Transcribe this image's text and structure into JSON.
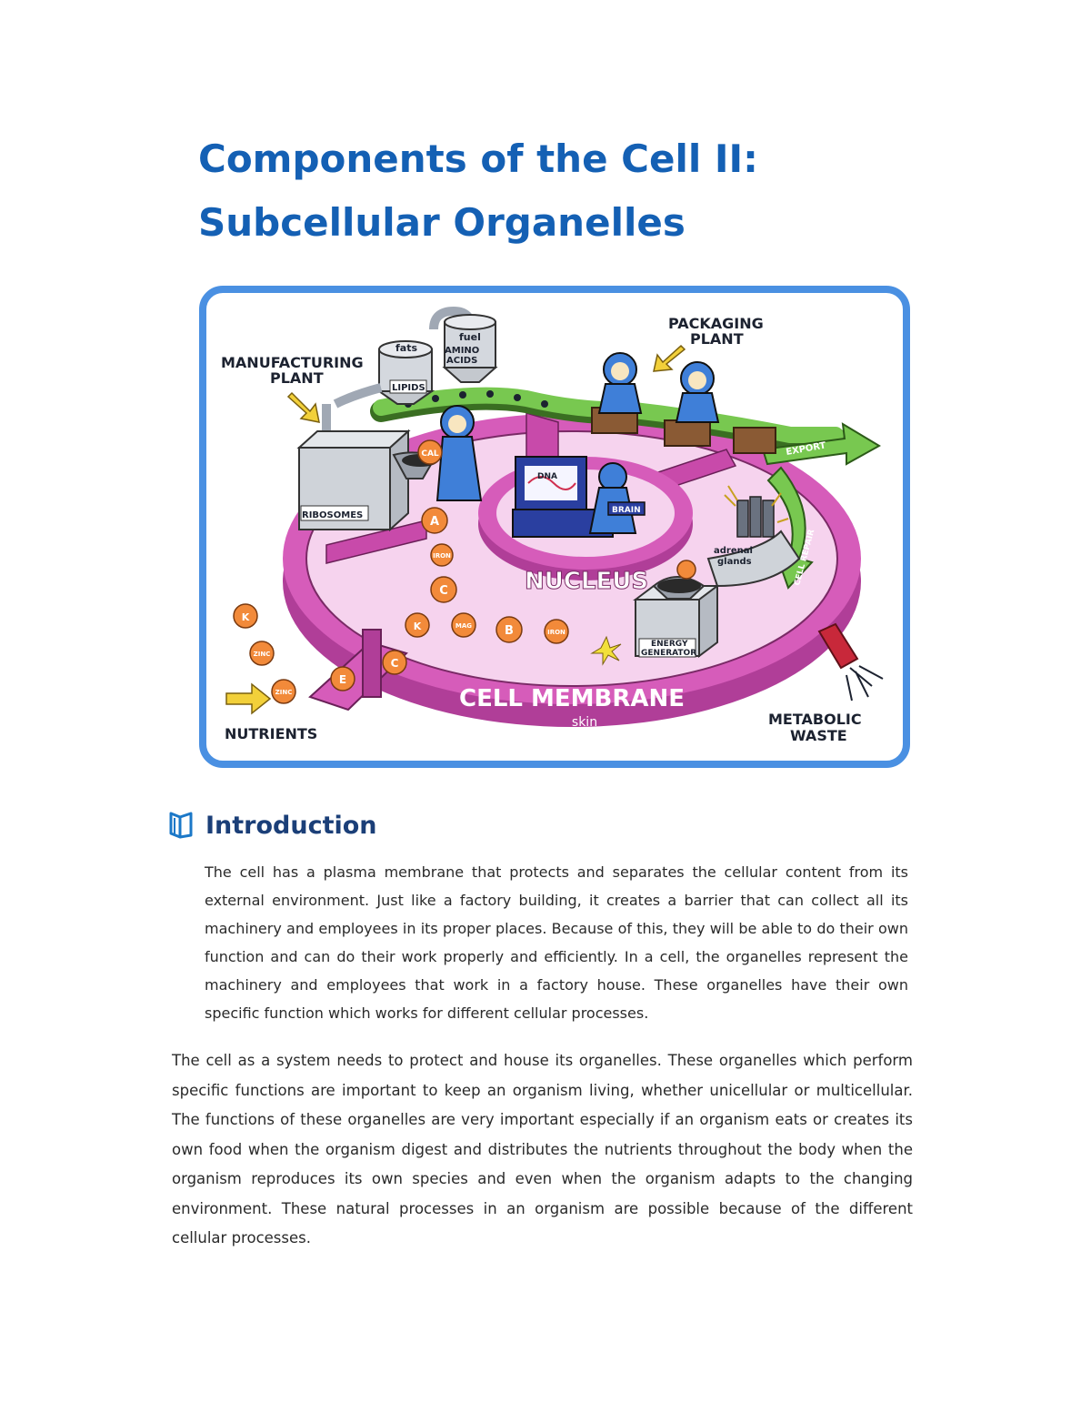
{
  "page": {
    "title_line1": "Components of the Cell II:",
    "title_line2": "Subcellular Organelles"
  },
  "figure": {
    "labels": {
      "manufacturing_plant_1": "MANUFACTURING",
      "manufacturing_plant_2": "PLANT",
      "packaging_plant_1": "PACKAGING",
      "packaging_plant_2": "PLANT",
      "fats": "fats",
      "fuel": "fuel",
      "amino_1": "AMINO",
      "amino_2": "ACIDS",
      "lipids": "LIPIDS",
      "ribosomes": "RIBOSOMES",
      "dna": "DNA",
      "brain": "BRAIN",
      "nucleus": "NUCLEUS",
      "export": "EXPORT",
      "cell_repair": "CELL REPAIR",
      "adrenal_1": "adrenal",
      "adrenal_2": "glands",
      "energy_1": "ENERGY",
      "energy_2": "GENERATOR",
      "cell_membrane": "CELL MEMBRANE",
      "skin": "skin",
      "nutrients": "NUTRIENTS",
      "metabolic_1": "METABOLIC",
      "metabolic_2": "WASTE"
    },
    "nutrient_balls": {
      "cal": "CAL",
      "a": "A",
      "iron1": "IRON",
      "c1": "C",
      "k1": "K",
      "mag": "MAG",
      "b": "B",
      "iron2": "IRON",
      "k2": "K",
      "zinc1": "ZINC",
      "zinc2": "ZINC",
      "e": "E",
      "c2": "C"
    },
    "colors": {
      "frame": "#4a90e2",
      "membrane": "#cc4fb0",
      "inner": "#f6d3ee",
      "belt": "#78c850",
      "worker": "#3f7fd8",
      "nutrient": "#f28a3a"
    }
  },
  "section": {
    "heading": "Introduction",
    "icon": "book-icon"
  },
  "intro_paragraph": "The cell has a plasma membrane that protects and separates the cellular content from its external environment. Just like a factory building, it creates a barrier that can collect all its machinery and employees in its proper places. Because of this, they will be able to do their own function and can do their work properly and efficiently. In a cell, the organelles represent the machinery and employees that work in a factory house. These organelles have their own specific function which works for different cellular processes.",
  "body_paragraph": "The cell as a system needs to protect and house its organelles. These organelles which perform specific functions are important to keep an organism living, whether unicellular or multicellular. The functions of these organelles are very important especially if an organism eats or creates its own food when the organism digest and distributes the nutrients throughout the body when the organism reproduces its own species and even when the organism adapts to the changing environment. These natural processes in an organism are possible because of the different cellular processes."
}
